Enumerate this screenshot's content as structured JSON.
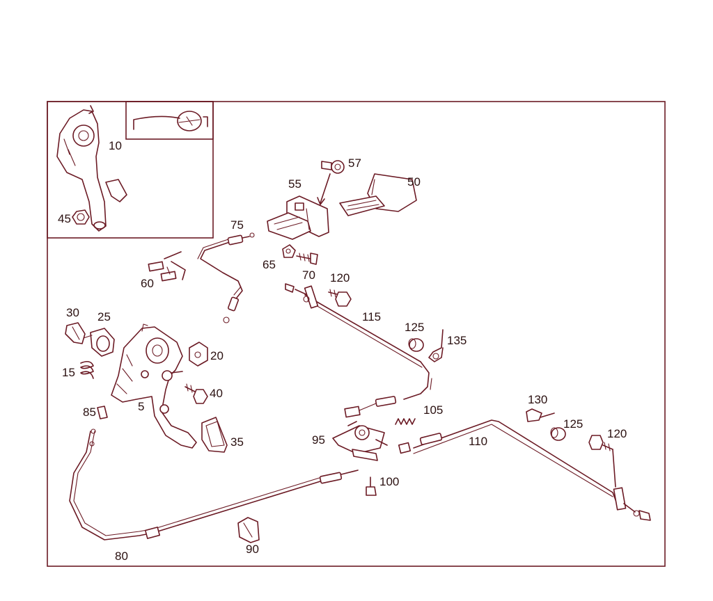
{
  "labels": {
    "p5": "5",
    "p10": "10",
    "p15": "15",
    "p20": "20",
    "p25": "25",
    "p30": "30",
    "p35": "35",
    "p40": "40",
    "p45": "45",
    "p50": "50",
    "p55": "55",
    "p57": "57",
    "p60": "60",
    "p65": "65",
    "p70": "70",
    "p75": "75",
    "p80": "80",
    "p85": "85",
    "p90": "90",
    "p95": "95",
    "p100": "100",
    "p105": "105",
    "p110": "110",
    "p115": "115",
    "p120a": "120",
    "p120b": "120",
    "p125a": "125",
    "p125b": "125",
    "p130": "130",
    "p135": "135"
  },
  "colors": {
    "line": "#6b1a24",
    "text": "#2a1010",
    "background": "#ffffff"
  }
}
